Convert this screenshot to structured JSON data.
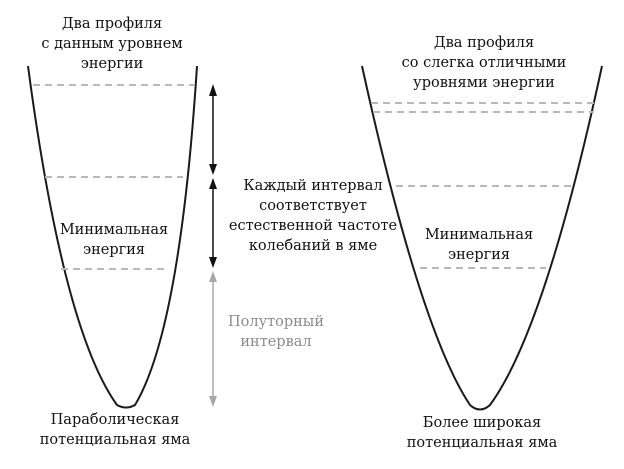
{
  "colors": {
    "curve": "#1a1a1a",
    "dashed_level": "#b8b8b8",
    "arrow_black": "#111111",
    "arrow_gray": "#a8a8a8",
    "text_black": "#111111",
    "text_gray": "#8a8a8a",
    "background": "#ffffff"
  },
  "left_well": {
    "top_label": [
      "Два профиля",
      "с данным уровнем",
      "энергии"
    ],
    "min_label": [
      "Минимальная",
      "энергия"
    ],
    "bottom_label": [
      "Параболическая",
      "потенциальная яма"
    ],
    "energy_levels_y": [
      85,
      177,
      269
    ]
  },
  "middle": {
    "interval_label": [
      "Каждый интервал",
      "соответствует",
      "естественной частоте",
      "колебаний в яме"
    ],
    "half_interval_label": [
      "Полуторный",
      "интервал"
    ]
  },
  "right_well": {
    "top_label": [
      "Два профиля",
      "со слегка отличными",
      "уровнями энергии"
    ],
    "min_label": [
      "Минимальная",
      "энергия"
    ],
    "bottom_label": [
      "Более широкая",
      "потенциальная яма"
    ],
    "energy_levels_y": [
      103,
      112,
      186,
      268
    ]
  }
}
